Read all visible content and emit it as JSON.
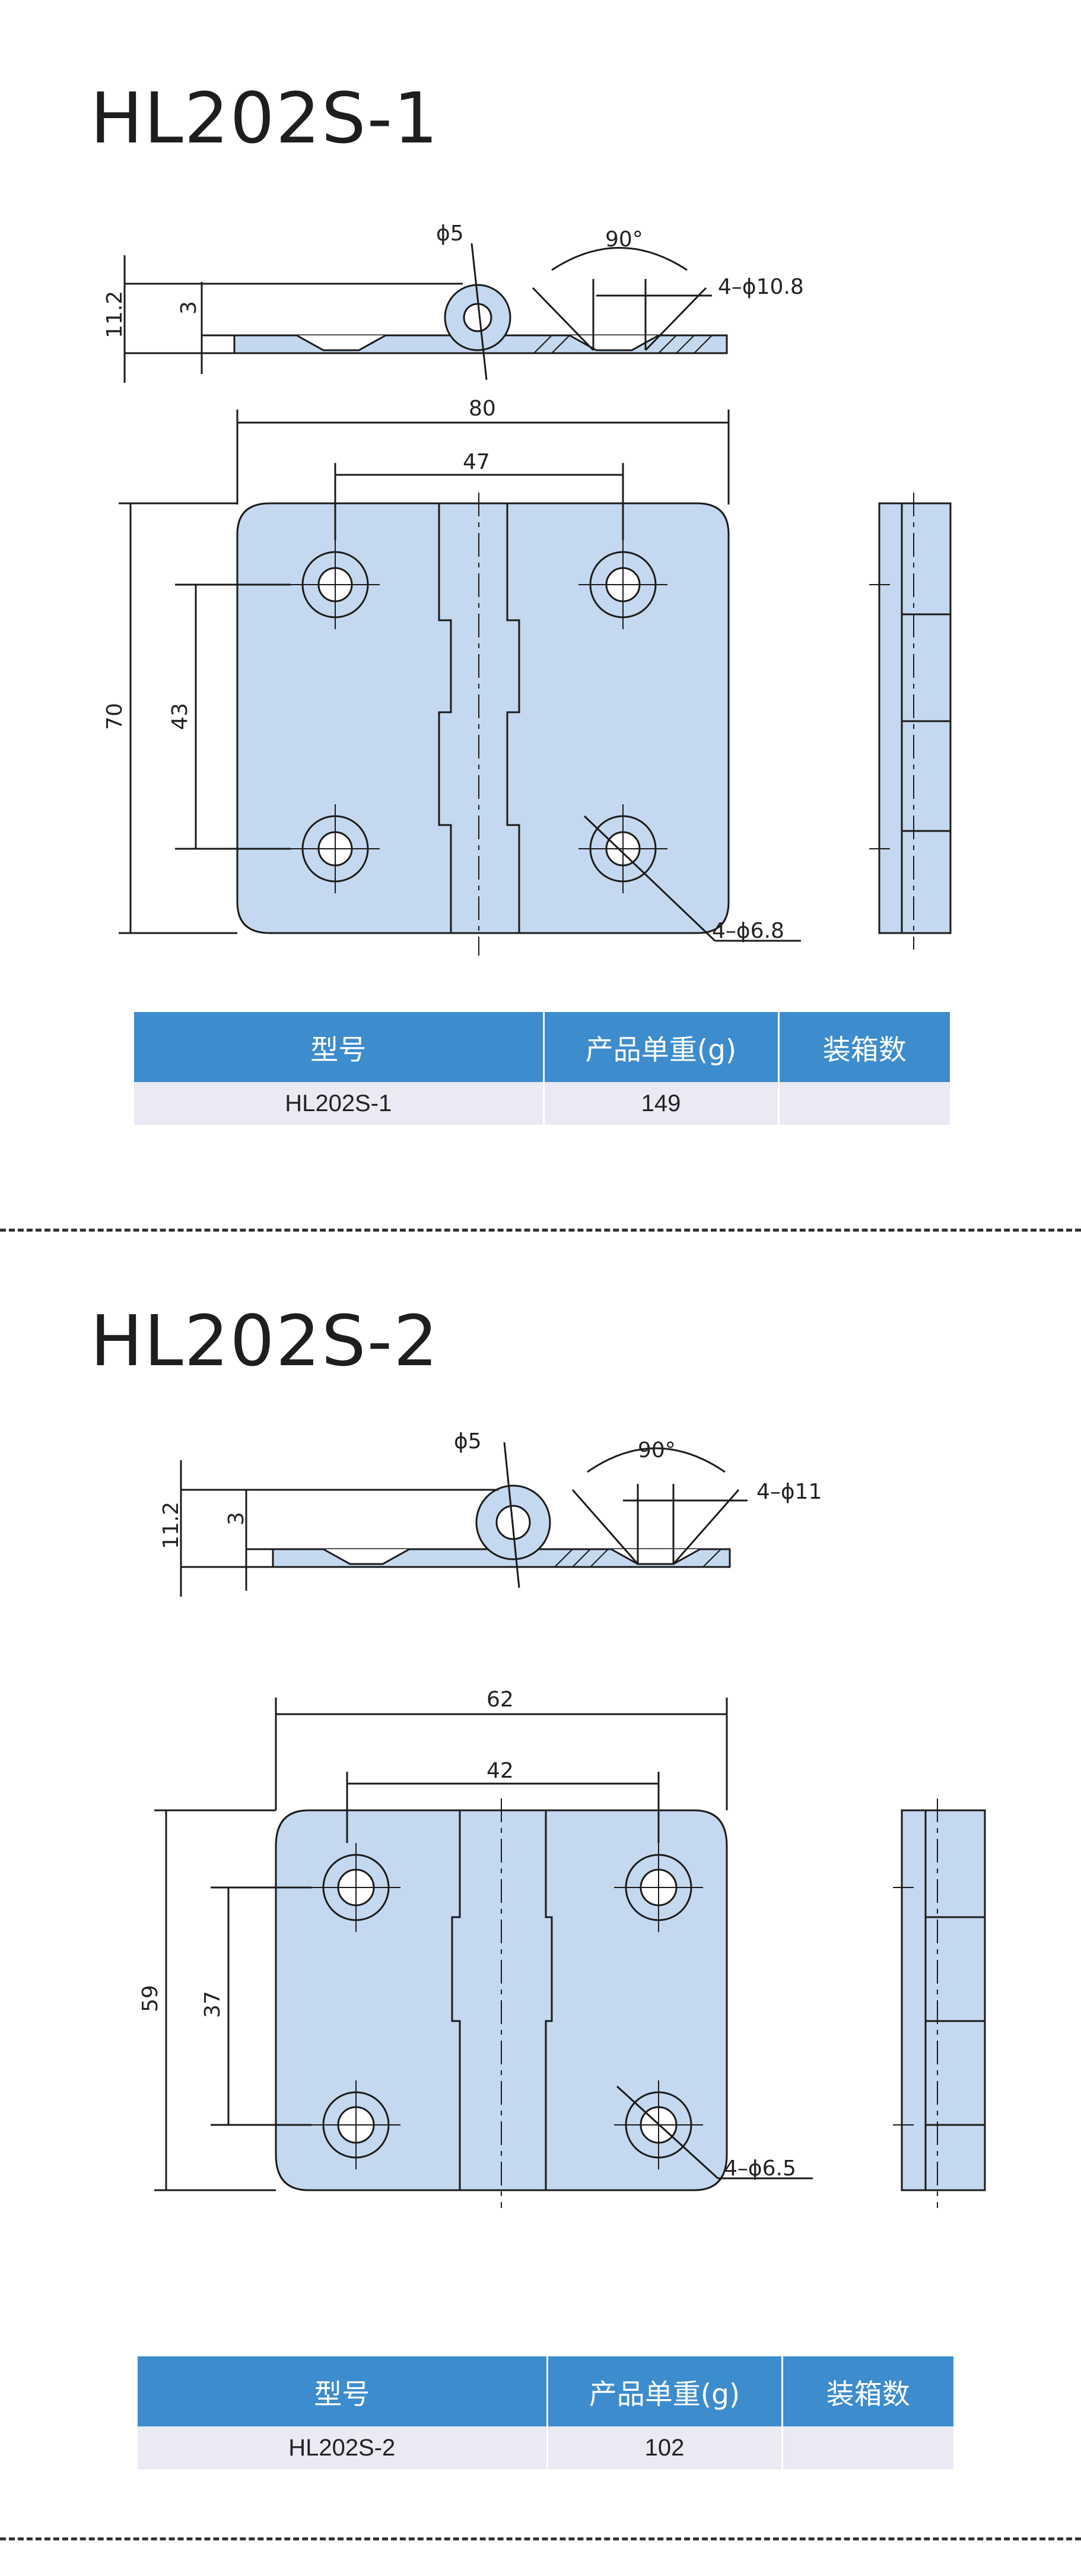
{
  "products": [
    {
      "title": "HL202S-1",
      "dims": {
        "pin_dia": "ϕ5",
        "angle": "90°",
        "countersink": "4–ϕ10.8",
        "thickness_total": "11.2",
        "thickness_leaf": "3",
        "width": "80",
        "hole_spacing_h": "47",
        "height": "70",
        "hole_spacing_v": "43",
        "hole_dia": "4–ϕ6.8"
      },
      "table": {
        "headers": [
          "型号",
          "产品单重(g)",
          "装箱数"
        ],
        "row": [
          "HL202S-1",
          "149",
          ""
        ]
      }
    },
    {
      "title": "HL202S-2",
      "dims": {
        "pin_dia": "ϕ5",
        "angle": "90°",
        "countersink": "4–ϕ11",
        "thickness_total": "11.2",
        "thickness_leaf": "3",
        "width": "62",
        "hole_spacing_h": "42",
        "height": "59",
        "hole_spacing_v": "37",
        "hole_dia": "4–ϕ6.5"
      },
      "table": {
        "headers": [
          "型号",
          "产品单重(g)",
          "装箱数"
        ],
        "row": [
          "HL202S-2",
          "102",
          ""
        ]
      }
    }
  ],
  "colors": {
    "hinge_fill": "#c4d8f0",
    "table_header": "#3d8ccd",
    "table_row": "#e9eaf4"
  }
}
